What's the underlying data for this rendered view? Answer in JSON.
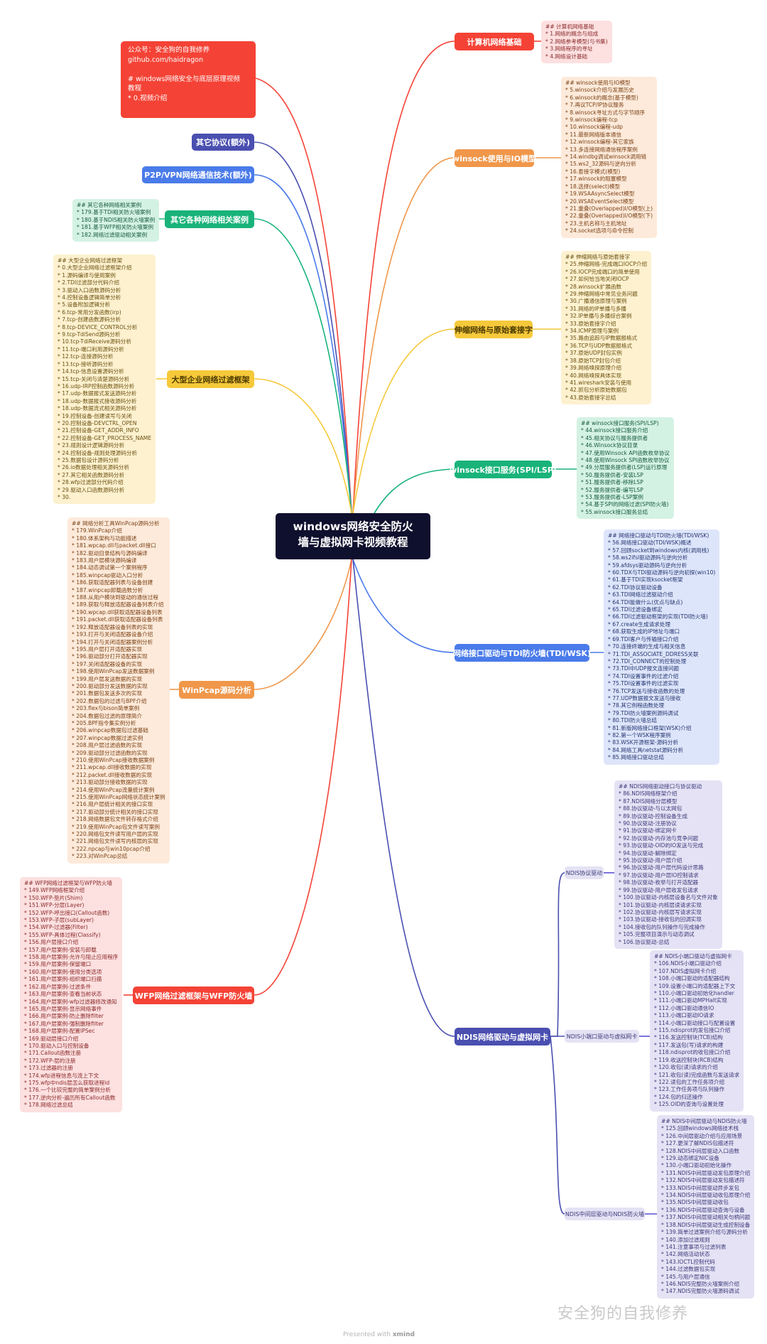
{
  "root": {
    "line1": "windows网络安全防火",
    "line2": "墙与虚拟网卡视频教程"
  },
  "intro": {
    "lines": [
      "公众号：安全狗的自我修养",
      "github.com/haidragon",
      "",
      "# windows网络安全与底层原理视频",
      "教程",
      "* 0.视频介绍"
    ]
  },
  "colors": {
    "red": "#f44336",
    "orange": "#f0974a",
    "yellow": "#f6c93a",
    "green": "#19b37a",
    "blue": "#4a7bea",
    "indigo": "#4a4fb0",
    "purple": "#5b4fd1",
    "root_bg": "#0f0f2e"
  },
  "branches": {
    "net_basics": {
      "label": "计算机网络基础",
      "note": [
        "## 计算机网络基础",
        "* 1.网络的概念与组成",
        "* 2.网络参考模型(与书集)",
        "* 3.网络程序的寻址",
        "* 4.网络设计基础"
      ]
    },
    "winsock_io": {
      "label": "winsock使用与IO模型",
      "note": [
        "## winsock使用与IO模型",
        "* 5.winsock介绍与发展历史",
        "* 6.winsock的概念(基于模型)",
        "* 7.再议TCP/IP协议服务",
        "* 8.winsock寻址方式与字节顺序",
        "* 9.winsock编程-tcp",
        "* 10.winsock编程-udp",
        "* 11.最新网络版本通信",
        "* 12.winsock编程-其它家族",
        "* 13.多连接网络通信程序案例",
        "* 14.windbg调试winsock调用链",
        "* 15.ws2_32源码与逆向分析",
        "* 16.套接字模式(模型)",
        "* 17.winsock的阻塞模型",
        "* 18.选择(select)模型",
        "* 19.WSAAsyncSelect模型",
        "* 20.WSAEventSelect模型",
        "* 21.重叠(Overlapped)I/O模型(上)",
        "* 22.重叠(Overlapped)I/O模型(下)",
        "* 23.主机名称与主机地址",
        "* 24.socket选项与命令控制"
      ]
    },
    "raw_socket": {
      "label": "伸缩网络与原始套接字",
      "note": [
        "## 伸缩网络与原始套接字",
        "* 25.伸缩网络-完成端口IOCP介绍",
        "* 26.IOCP完成端口的简单使用",
        "* 27.如何恰当地关闭IOCP",
        "* 28.winsock扩展函数",
        "* 29.伸缩网络中常见业务问题",
        "* 30.广播通信原理与案例",
        "* 31.网络的IP单播与多播",
        "* 32.IP单播与多播综合案例",
        "* 33.原始套接字介绍",
        "* 34.ICMP原理与案例",
        "* 35.路由追踪与IP数据报格式",
        "* 36.TCP与UDP数据报格式",
        "* 37.原始UDP封包实例",
        "* 38.原始TCP封包介绍",
        "* 39.网络嗅探原理介绍",
        "* 40.网络嗅探具体实现",
        "* 41.wireshark安装与使用",
        "* 42.抓包分析原始数据包",
        "* 43.原始套接字总结"
      ]
    },
    "spi_lsp": {
      "label": "winsock接口服务(SPI/LSP)",
      "note": [
        "## winsock接口服务(SPI/LSP)",
        "* 44.winsock接口服务介绍",
        "* 45.相关协议与服务提供者",
        "* 46.Winsock协议目录",
        "* 47.使用Winsock API函数枚举协议",
        "* 48.使用Winsock SPI函数枚举协议",
        "* 49.分层服务提供者(LSP)运行原理",
        "* 50.服务提供者-安装LSP",
        "* 51.服务提供者-移除LSP",
        "* 52.服务提供者-编写LSP",
        "* 53.服务提供者-LSP案例",
        "* 54.基于SPI的网络过滤(SPI防火墙)",
        "* 55.winsock接口服务总结"
      ]
    },
    "tdi_wsk": {
      "label": "网络接口驱动与TDI防火墙(TDI/WSK)",
      "note": [
        "## 网络接口驱动与TDI防火墙(TDI/WSK)",
        "* 56.网络接口驱动(TDI/WSK)概述",
        "* 57.回顾socket到windows内核(调用栈)",
        "* 58.ws2ifsl驱动源码与逆向分析",
        "* 59.afdsys驱动源码与逆向分析",
        "* 60.TDX与TDI驱动源码与逆向初探(win10)",
        "* 61.基于TDI实现ksocket框架",
        "* 62.TDI协议驱动设备",
        "* 63.TDI网络过滤驱动介绍",
        "* 64.TDI能做什么(优点与缺点)",
        "* 65.TDI过滤设备绑定",
        "* 66.TDI过滤驱动框架的实现(TDI防火墙)",
        "* 67.create生成请求处理",
        "* 68.获取生成的IP地址与端口",
        "* 69.TDI客户与传输接口介绍",
        "* 70.连接终端的生成与相关信息",
        "* 71.TDI_ASSOCIATE_DDRESS关联",
        "* 72.TDI_CONNECT的控制处理",
        "* 73.TDI中UDP报文连接问题",
        "* 74.TDI设置事件的过滤介绍",
        "* 75.TDI设置事件的过滤实现",
        "* 76.TCP发送与接收函数的处理",
        "* 77.UDP数据报文发送与接收",
        "* 78.其它例程函数处理",
        "* 79.TDI防火墙案例源码调试",
        "* 80.TDI防火墙总结",
        "* 81.新版网络接口框架(WSK)介绍",
        "* 82.第一个WSK程序案例",
        "* 83.WSK开源框架-源码分析",
        "* 84.网络工具netstat源码分析",
        "* 85.网络接口驱动总结"
      ]
    },
    "ndis": {
      "label": "NDIS网络驱动与虚拟网卡",
      "children": [
        {
          "label": "NDIS协议驱动",
          "note": [
            "## NDIS网络驱动接口与协议驱动",
            "* 86.NDIS网络框架介绍",
            "* 87.NDIS网络分层模型",
            "* 88.协议驱动-与以太网包",
            "* 89.协议驱动-控制设备生成",
            "* 90.协议驱动-注册协议",
            "* 91.协议驱动-绑定网卡",
            "* 92.协议驱动-内存池与竞争问题",
            "* 93.协议驱动-OID的IO发送与完成",
            "* 94.协议驱动-解除绑定",
            "* 95.协议驱动-用户层介绍",
            "* 96.协议驱动-用户层代码设计思路",
            "* 97.协议驱动-用户层IO控制请求",
            "* 98.协议驱动-枚举与打开适配器",
            "* 99.协议驱动-用户层收发包请求",
            "* 100.协议驱动-内核层设备名与文件对象",
            "* 101.协议驱动-内核层读请求实现",
            "* 102.协议驱动-内核层写请求实现",
            "* 103.协议驱动-接收包的回调实现",
            "* 104.接收包的队列操作与完成操作",
            "* 105.完整项目演示与动态调试",
            "* 106.协议驱动-总结"
          ]
        },
        {
          "label": "NDIS小端口驱动与虚拟网卡",
          "note": [
            "## NDIS小端口驱动与虚拟网卡",
            "* 106.NDIS小端口驱动介绍",
            "* 107.NDIS虚拟网卡介绍",
            "* 108.小端口驱动的适配器结构",
            "* 109.设置小端口的适配器上下文",
            "* 110.小端口驱动初始化handler",
            "* 111.小端口驱动MPHalt实现",
            "* 112.小端口驱动通信IO",
            "* 113.小端口驱动IO请求",
            "* 114.小端口驱动接口与配置设置",
            "* 115.ndisprot的发包接口介绍",
            "* 116.发送控制块(TCB)结构",
            "* 117.发送包(写)请求的构建",
            "* 118.ndisprot的收包接口介绍",
            "* 119.收送控制块(RCB)结构",
            "* 120.收包(读)请求的介绍",
            "* 121.收包(读)完成函数与发送请求",
            "* 122.读包的工作任务项介绍",
            "* 123.工作任务项与队列操作",
            "* 124.包的归还操作",
            "* 125.OID的查询与设置处理"
          ]
        },
        {
          "label": "NDIS中间层驱动与NDIS防火墙",
          "note": [
            "## NDIS中间层驱动与NDIS防火墙",
            "* 125.回顾windows网络技术栈",
            "* 126.中间层驱动介绍与应用场景",
            "* 127.更深了解NDIS包描述符",
            "* 128.NDIS中间层驱动入口函数",
            "* 129.动态绑定NIC设备",
            "* 130.小端口驱动初始化操作",
            "* 131.NDIS中间层驱动发包原理介绍",
            "* 132.NDIS中间层驱动发包描述符",
            "* 133.NDIS中间层驱动异步发包",
            "* 134.NDIS中间层驱动收包原理介绍",
            "* 135.NDIS中间层驱动收包",
            "* 136.NDIS中间层驱动查询与设备",
            "* 137.NDIS中间层驱动相关句柄问题",
            "* 138.NDIS中间层驱动生成控制设备",
            "* 139.简单过滤案例介绍与源码分析",
            "* 140.添加过滤规则",
            "* 141.注意事项与过滤列表",
            "* 142.网络活动状态",
            "* 143.IOCTL控制代码",
            "* 144.过滤数据包实现",
            "* 145.与用户层通信",
            "* 146.NDIS完整防火墙案例介绍",
            "* 147.NDIS完整防火墙源码调试"
          ]
        }
      ]
    },
    "other_protocols": {
      "label": "其它协议(额外)"
    },
    "p2p_vpn": {
      "label": "P2P/VPN网络通信技术(额外)"
    },
    "other_cases": {
      "label": "其它各种网络相关案例",
      "note": [
        "## 其它各种网络相关案例",
        "* 179.基于TDI相关防火墙案例",
        "* 180.基于NDIS相关防火墙案例",
        "* 181.基于WFP相关防火墙案例",
        "* 182.网络过滤驱动相关案例"
      ]
    },
    "enterprise_filter": {
      "label": "大型企业网络过滤框架",
      "note": [
        "## 大型企业网络过滤框架",
        "* 0.大型企业网络过滤框架介绍",
        "* 1.源码编译与使用案例",
        "* 2.TDI过滤部分代码介绍",
        "* 3.驱动入口函数源码分析",
        "* 4.控制设备逻辑简单分析",
        "* 5.设备附加逻辑分析",
        "* 6.tcp-常用分发函数(irp)",
        "* 7.tcp-创建函数源码分析",
        "* 8.tcp-DEVICE_CONTROL分析",
        "* 9.tcp-TdiSend源码分析",
        "* 10.tcp-TdiReceive源码分析",
        "* 11.tcp-端口利用源码分析",
        "* 12.tcp-连接源码分析",
        "* 13.tcp-接听源码分析",
        "* 14.tcp-信息设置源码分析",
        "* 15.tcp-关闭与清楚源码分析",
        "* 16.udp-IRP控制函数源码分析",
        "* 17.udp-数据报式发送源码分析",
        "* 18.udp-数据报式接收源码分析",
        "* 18.udp-数据流式相关源码分析",
        "* 19.控制设备-创建读写与关闭",
        "* 20.控制设备-DEVCTRL_OPEN",
        "* 21.控制设备-GET_ADDR_INFO",
        "* 22.控制设备-GET_PROCESS_NAME",
        "* 23.规则设计逻辑源码分析",
        "* 24.控制设备-规则处理源码分析",
        "* 25.数据包设计源码分析",
        "* 26.io数据处理相关源码分析",
        "* 27.其它相关函数源码分析",
        "* 28.wfp过滤部分代码介绍",
        "* 29.驱动入口函数源码分析",
        "* 30."
      ]
    },
    "winpcap": {
      "label": "WinPcap源码分析",
      "note": [
        "## 网络分析工具WinPcap源码分析",
        "* 179.WinPcap介绍",
        "* 180.体系架构与功能描述",
        "* 181.wpcap.dll与packet.dll接口",
        "* 182.驱动目录结构与源码编译",
        "* 183.用户层模块源码编译",
        "* 184.动态调试第一个案例程序",
        "* 185.winpcap驱动入口分析",
        "* 186.获取适配器列表与设备创建",
        "* 187.winpcap卸载函数分析",
        "* 188.从用户模块到驱动的通信过程",
        "* 189.获取与释放适配器设备列表介绍",
        "* 190.wpcap.dll获取适配器设备列表",
        "* 191.packet.dll获取适配器设备列表",
        "* 192.释放适配器设备列表的实现",
        "* 193.打开与关闭适配器设备介绍",
        "* 194.打开与关闭适配器案例分析",
        "* 195.用户层打开适配器实现",
        "* 196.驱动部分打开适配器实现",
        "* 197.关闭适配器设备的实现",
        "* 198.使用WinPcap发送数据案例",
        "* 199.用户层发送数据的实现",
        "* 200.驱动部分发送数据的实现",
        "* 201.数据包发送多次的实现",
        "* 202.数据包的过滤与BPF介绍",
        "* 203.flex与bison简单案例",
        "* 204.数据包过滤的原理简介",
        "* 205.BPF指令集实例分析",
        "* 206.winpcap数据包过滤基础",
        "* 207.winpcap数据过滤实例",
        "* 208.用户层过滤函数的实现",
        "* 209.驱动部分过滤函数的实现",
        "* 210.使用WinPcap接收数据案例",
        "* 211.wpcap.dll接收数据的实现",
        "* 212.packet.dll接收数据的实现",
        "* 213.驱动部分接收数据的实现",
        "* 214.使用WinPcap流量统计案例",
        "* 215.使用WinPcap网络状态统计案例",
        "* 216.用户层统计相关的接口实现",
        "* 217.驱动部分统计相关的接口实现",
        "* 218.网络数据包文件转存格式介绍",
        "* 219.使用WinPcap包文件读写案例",
        "* 220.网络包文件读写用户层的实现",
        "* 221.网络包文件读写内核层的实现",
        "* 222.npcap与win10pcap介绍",
        "* 223.对WinPcap总结"
      ]
    },
    "wfp": {
      "label": "WFP网络过滤框架与WFP防火墙",
      "note": [
        "## WFP网络过滤框架与WFP防火墙",
        "* 149.WFP网络框架介绍",
        "* 150.WFP-垫片(Shim)",
        "* 151.WFP-分层(Layer)",
        "* 152.WFP-呼出接口(Callout函数)",
        "* 153.WFP-子层(subLayer)",
        "* 154.WFP-过滤器(Filter)",
        "* 155.WFP-具体过程(Classify)",
        "* 156.用户层接口介绍",
        "* 157.用户层案例-安装与卸载",
        "* 158.用户层案例-允许与阻止应用程序",
        "* 159.用户层案例-保留端口",
        "* 160.用户层案例-使用分类选项",
        "* 161.用户层案例-组织端口扫描",
        "* 162.用户层案例-过滤条件",
        "* 163.用户层案例-查看当前状态",
        "* 164.用户层案例-wfp过滤器修改通知",
        "* 165.用户层案例-显示网络事件",
        "* 166.用户层案例-防止删除filter",
        "* 167.用户层案例-强制删除filter",
        "* 168.用户层案例-配置IPSec",
        "* 169.驱动层接口介绍",
        "* 170.驱动入口与控制设备",
        "* 171.Callout函数注册",
        "* 172.WFP-层的注册",
        "* 173.过滤器的注册",
        "* 174.wfp进程信息与流上下文",
        "* 175.wfp中ndis层怎么获取进程id",
        "* 176.一个比较完整的简单案例分析",
        "* 177.逆向分析-遍历所有Callout函数",
        "* 178.网络过滤总结"
      ]
    }
  },
  "watermark": "安全狗的自我修养",
  "footer": {
    "prefix": "Presented with",
    "brand": "xmind"
  }
}
